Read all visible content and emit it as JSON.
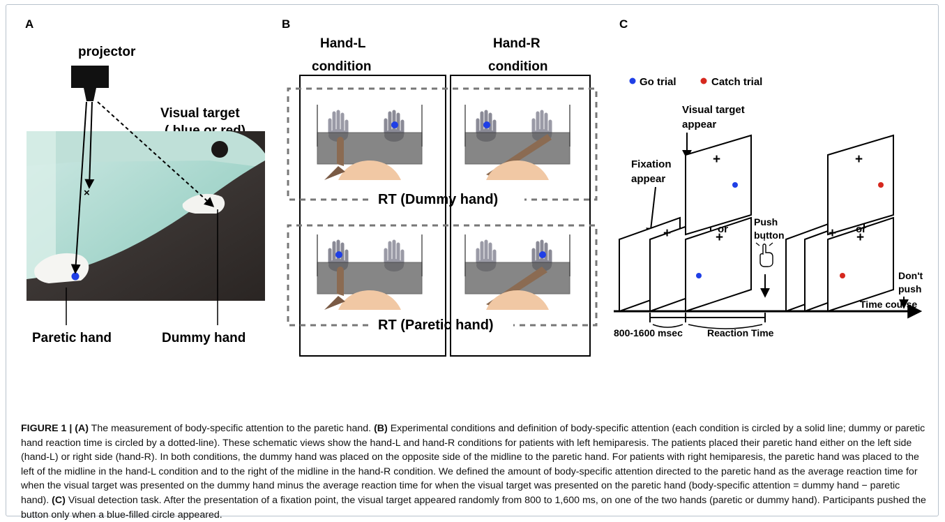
{
  "panel_a": {
    "label": "A",
    "projector": "projector",
    "visual_target_line1": "Visual target",
    "visual_target_line2": "( blue or red)",
    "paretic_hand": "Paretic hand",
    "dummy_hand": "Dummy hand"
  },
  "panel_b": {
    "label": "B",
    "hand_l_line1": "Hand-L",
    "hand_l_line2": "condition",
    "hand_r_line1": "Hand-R",
    "hand_r_line2": "condition",
    "rt_dummy": "RT (Dummy hand)",
    "rt_paretic": "RT (Paretic hand)"
  },
  "panel_c": {
    "label": "C",
    "go_trial": "Go trial",
    "catch_trial": "Catch trial",
    "visual_target_line1": "Visual target",
    "visual_target_line2": "appear",
    "fixation_line1": "Fixation",
    "fixation_line2": "appear",
    "or1": "or",
    "or2": "or",
    "push_line1": "Push",
    "push_line2": "button",
    "dont_push_line1": "Don't",
    "dont_push_line2": "push",
    "time_course": "Time course",
    "interval": "800-1600 msec",
    "reaction_time": "Reaction Time",
    "go_color": "#1f3fe6",
    "catch_color": "#d6281e"
  },
  "caption": {
    "figure_label": "FIGURE 1 | ",
    "a_label": "(A)",
    "a_text": " The measurement of body-specific attention to the paretic hand. ",
    "b_label": "(B)",
    "b_text": " Experimental conditions and definition of body-specific attention (each condition is circled by a solid line; dummy or paretic hand reaction time is circled by a dotted-line). These schematic views show the hand-L and hand-R conditions for patients with left hemiparesis. The patients placed their paretic hand either on the left side (hand-L) or right side (hand-R). In both conditions, the dummy hand was placed on the opposite side of the midline to the paretic hand. For patients with right hemiparesis, the paretic hand was placed to the left of the midline in the hand-L condition and to the right of the midline in the hand-R condition. We defined the amount of body-specific attention directed to the paretic hand as the average reaction time for when the visual target was presented on the dummy hand minus the average reaction time for when the visual target was presented on the paretic hand (body-specific attention = dummy hand − paretic hand). ",
    "c_label": "(C)",
    "c_text": " Visual detection task. After the presentation of a fixation point, the visual target appeared randomly from 800 to 1,600 ms, on one of the two hands (paretic or dummy hand). Participants pushed the button only when a blue-filled circle appeared."
  }
}
